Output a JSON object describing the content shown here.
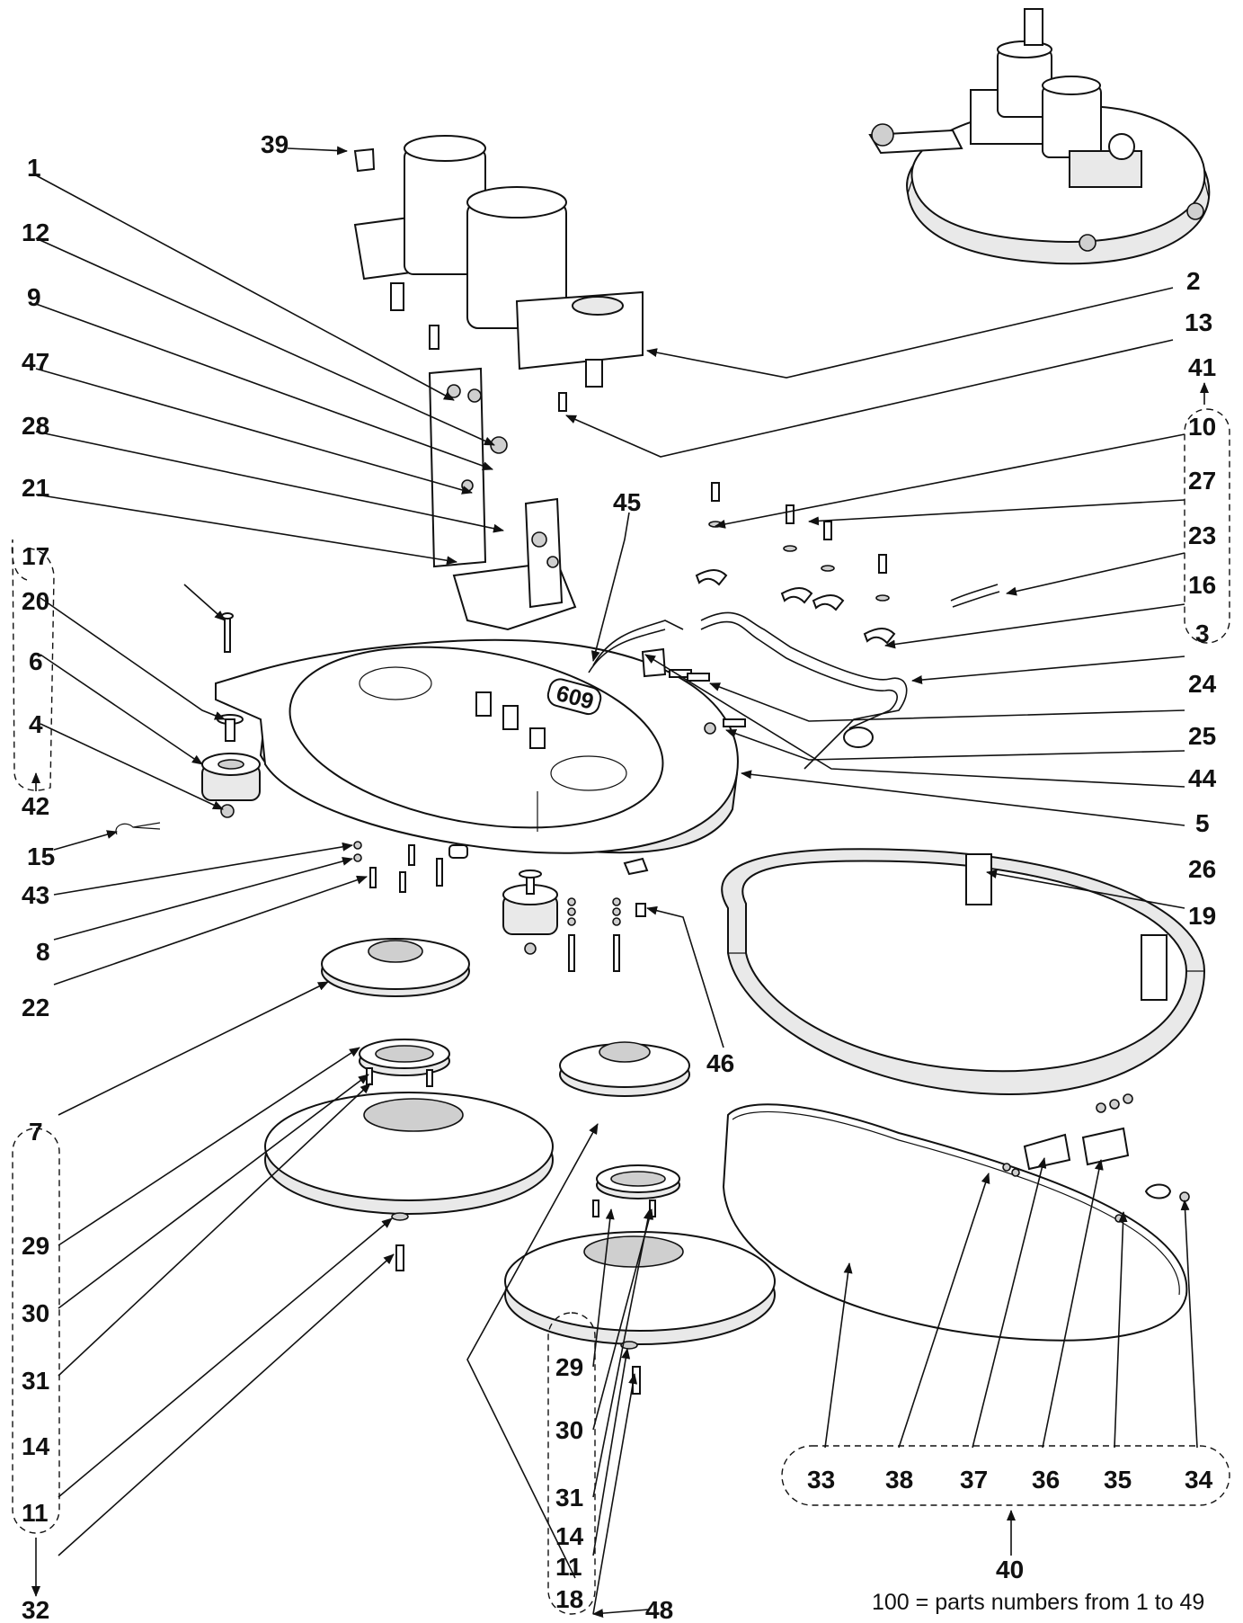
{
  "labels": {
    "l1": "1",
    "l2": "2",
    "l3": "3",
    "l4": "4",
    "l5": "5",
    "l6": "6",
    "l7": "7",
    "l8": "8",
    "l9": "9",
    "l10": "10",
    "l11a": "11",
    "l11b": "11",
    "l12": "12",
    "l13": "13",
    "l14a": "14",
    "l14b": "14",
    "l15": "15",
    "l16": "16",
    "l17": "17",
    "l18": "18",
    "l19": "19",
    "l20": "20",
    "l21": "21",
    "l22": "22",
    "l23": "23",
    "l24": "24",
    "l25": "25",
    "l26": "26",
    "l27": "27",
    "l28": "28",
    "l29a": "29",
    "l29b": "29",
    "l30a": "30",
    "l30b": "30",
    "l31a": "31",
    "l31b": "31",
    "l32": "32",
    "l33": "33",
    "l34": "34",
    "l35": "35",
    "l36": "36",
    "l37": "37",
    "l38": "38",
    "l39": "39",
    "l40": "40",
    "l41": "41",
    "l42": "42",
    "l43": "43",
    "l44": "44",
    "l45": "45",
    "l46": "46",
    "l47": "47",
    "l48": "48"
  },
  "deck_marking": "609",
  "footnote": "100 = parts numbers  from 1 to 49"
}
